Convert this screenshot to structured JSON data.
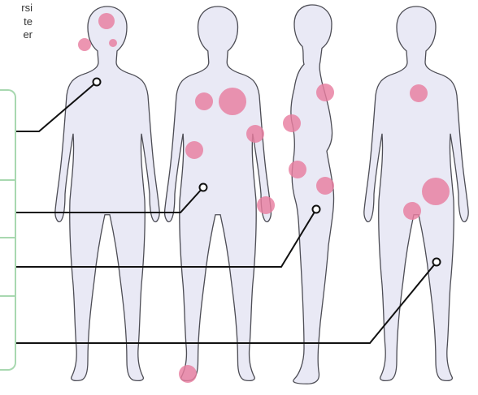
{
  "intro_text_fragments": [
    "rsi",
    "te",
    "er"
  ],
  "colors": {
    "body_fill": "#e9e9f5",
    "body_stroke": "#4d4d55",
    "spot": "#e87ea0",
    "panel_border": "#a8d8b0",
    "leader_line": "#111111"
  },
  "figures": [
    "figure-front-view",
    "figure-front-three-quarter-view",
    "figure-side-view",
    "figure-back-view"
  ],
  "callouts": [
    "callout-chest",
    "callout-hip",
    "callout-thigh",
    "callout-leg"
  ]
}
